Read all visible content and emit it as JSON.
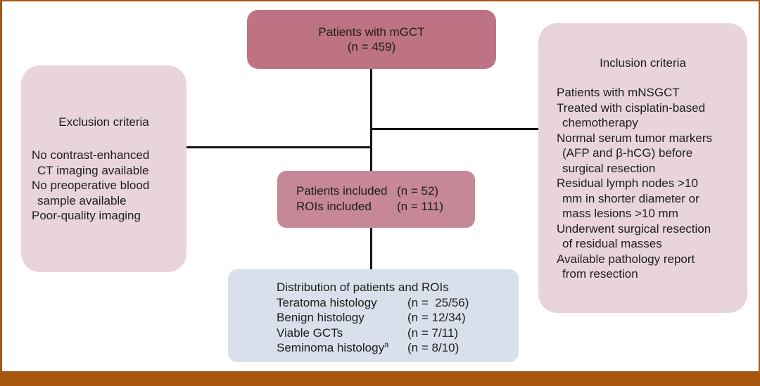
{
  "figure": {
    "type": "patient-flow-diagram",
    "colors": {
      "frame_border": "#a7570f",
      "background": "#ffffff",
      "connector_line": "#141414",
      "dark_rose_box": "#bd7383",
      "mid_rose_box": "#c68796",
      "light_pink_box": "#e9d5d9",
      "light_blue_box": "#d9dfeb",
      "text": "#1d1d1d"
    }
  },
  "top_box": {
    "line1": "Patients with mGCT",
    "line2": "(n = 459)"
  },
  "exclusion_box": {
    "title": "Exclusion criteria",
    "lines": [
      {
        "text": "No contrast-enhanced",
        "indent": false
      },
      {
        "text": "CT imaging available",
        "indent": true
      },
      {
        "text": "No preoperative blood",
        "indent": false
      },
      {
        "text": "sample available",
        "indent": true
      },
      {
        "text": "Poor-quality imaging",
        "indent": false
      }
    ]
  },
  "inclusion_box": {
    "title": "Inclusion criteria",
    "lines": [
      {
        "text": "Patients with mNSGCT",
        "indent": false
      },
      {
        "text": "Treated with cisplatin-based",
        "indent": false
      },
      {
        "text": "chemotherapy",
        "indent": true
      },
      {
        "text": "Normal serum tumor markers",
        "indent": false
      },
      {
        "text": "(AFP and β-hCG) before",
        "indent": true
      },
      {
        "text": "surgical resection",
        "indent": true
      },
      {
        "text": "Residual lymph nodes >10",
        "indent": false
      },
      {
        "text": "mm in shorter diameter or",
        "indent": true
      },
      {
        "text": "mass lesions >10 mm",
        "indent": true
      },
      {
        "text": "Underwent surgical resection",
        "indent": false
      },
      {
        "text": "of residual masses",
        "indent": true
      },
      {
        "text": "Available pathology report",
        "indent": false
      },
      {
        "text": "from resection",
        "indent": true
      }
    ]
  },
  "included_box": {
    "rows": [
      {
        "label": "Patients included",
        "value": "(n = 52)"
      },
      {
        "label": "ROIs included",
        "value": "(n = 111)"
      }
    ]
  },
  "distribution_box": {
    "title": "Distribution of patients and ROIs",
    "rows": [
      {
        "label": "Teratoma histology",
        "value": "(n =  25/56)"
      },
      {
        "label": "Benign histology",
        "value": "(n = 12/34)"
      },
      {
        "label": "Viable GCTs",
        "value": "(n = 7/11)"
      },
      {
        "label": "Seminoma histology",
        "sup": "a",
        "value": "(n = 8/10)"
      }
    ]
  }
}
